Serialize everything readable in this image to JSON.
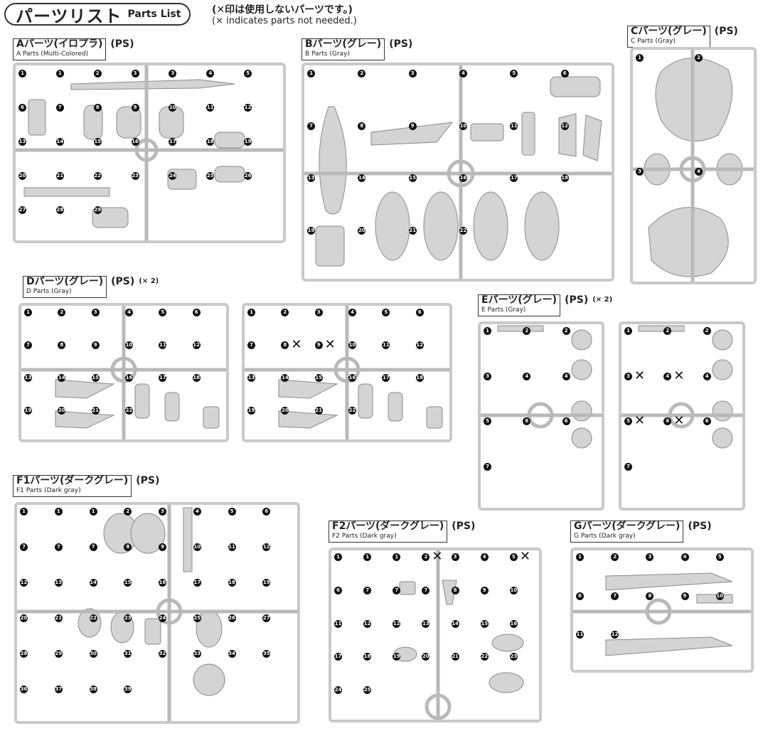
{
  "header": {
    "title_jp": "パーツリスト",
    "title_en": "Parts List",
    "note_jp": "(✕印は使用しないパーツです。)",
    "note_en": "(× indicates parts not needed.)"
  },
  "sections": {
    "A": {
      "title_jp": "Aパーツ(イロプラ)",
      "title_en": "A Parts (Multi-Colored)",
      "material": "(PS)",
      "mult": ""
    },
    "B": {
      "title_jp": "Bパーツ(グレー)",
      "title_en": "B Parts (Gray)",
      "material": "(PS)",
      "mult": ""
    },
    "C": {
      "title_jp": "Cパーツ(グレー)",
      "title_en": "C Parts (Gray)",
      "material": "(PS)",
      "mult": ""
    },
    "D": {
      "title_jp": "Dパーツ(グレー)",
      "title_en": "D Parts (Gray)",
      "material": "(PS)",
      "mult": "(× 2)"
    },
    "E": {
      "title_jp": "Eパーツ(グレー)",
      "title_en": "E Parts (Gray)",
      "material": "(PS)",
      "mult": "(× 2)"
    },
    "F1": {
      "title_jp": "F1パーツ(ダークグレー)",
      "title_en": "F1 Parts (Dark gray)",
      "material": "(PS)",
      "mult": ""
    },
    "F2": {
      "title_jp": "F2パーツ(ダークグレー)",
      "title_en": "F2 Parts (Dark gray)",
      "material": "(PS)",
      "mult": ""
    },
    "G": {
      "title_jp": "Gパーツ(ダークグレー)",
      "title_en": "G Parts (Dark gray)",
      "material": "(PS)",
      "mult": ""
    }
  },
  "part_numbers": {
    "A": [
      "1",
      "1",
      "2",
      "3",
      "3",
      "4",
      "5",
      "6",
      "7",
      "8",
      "9",
      "10",
      "11",
      "12",
      "13",
      "14",
      "15",
      "16",
      "17",
      "18",
      "19",
      "20",
      "21",
      "22",
      "23",
      "24",
      "25",
      "26",
      "27",
      "28",
      "29"
    ],
    "B": [
      "1",
      "2",
      "3",
      "4",
      "5",
      "6",
      "7",
      "8",
      "9",
      "10",
      "11",
      "12",
      "13",
      "14",
      "15",
      "16",
      "17",
      "18",
      "19",
      "20",
      "21",
      "22"
    ],
    "C": [
      "1",
      "2",
      "3",
      "4"
    ],
    "D_left": [
      "1",
      "2",
      "3",
      "4",
      "5",
      "6",
      "7",
      "8",
      "9",
      "10",
      "11",
      "12",
      "13",
      "14",
      "15",
      "16",
      "17",
      "18",
      "19",
      "20",
      "21",
      "22"
    ],
    "D_right": [
      "1",
      "2",
      "3",
      "4",
      "5",
      "6",
      "7",
      "8",
      "9",
      "10",
      "11",
      "12",
      "13",
      "14",
      "15",
      "16",
      "17",
      "18",
      "19",
      "20",
      "21",
      "22"
    ],
    "E_left": [
      "1",
      "2",
      "2",
      "3",
      "4",
      "4",
      "5",
      "6",
      "6",
      "7"
    ],
    "E_right": [
      "1",
      "2",
      "2",
      "3",
      "4",
      "4",
      "5",
      "6",
      "6",
      "7"
    ],
    "F1": [
      "1",
      "1",
      "1",
      "2",
      "3",
      "4",
      "5",
      "6",
      "7",
      "7",
      "7",
      "8",
      "9",
      "10",
      "11",
      "12",
      "12",
      "13",
      "14",
      "15",
      "16",
      "17",
      "18",
      "19",
      "20",
      "21",
      "22",
      "23",
      "24",
      "25",
      "26",
      "27",
      "28",
      "29",
      "30",
      "31",
      "32",
      "33",
      "34",
      "35",
      "36",
      "37",
      "38",
      "39"
    ],
    "F2": [
      "1",
      "1",
      "1",
      "2",
      "3",
      "4",
      "5",
      "6",
      "7",
      "7",
      "7",
      "8",
      "9",
      "10",
      "11",
      "12",
      "12",
      "13",
      "14",
      "15",
      "16",
      "17",
      "18",
      "19",
      "20",
      "21",
      "22",
      "23",
      "24",
      "25"
    ],
    "G": [
      "1",
      "2",
      "3",
      "4",
      "5",
      "6",
      "7",
      "8",
      "9",
      "10",
      "11",
      "12"
    ]
  },
  "excluded_marks": {
    "D_right": [
      "8",
      "9"
    ],
    "E_right": [
      "3",
      "4",
      "5",
      "6"
    ],
    "F2": [
      "2",
      "5"
    ]
  }
}
